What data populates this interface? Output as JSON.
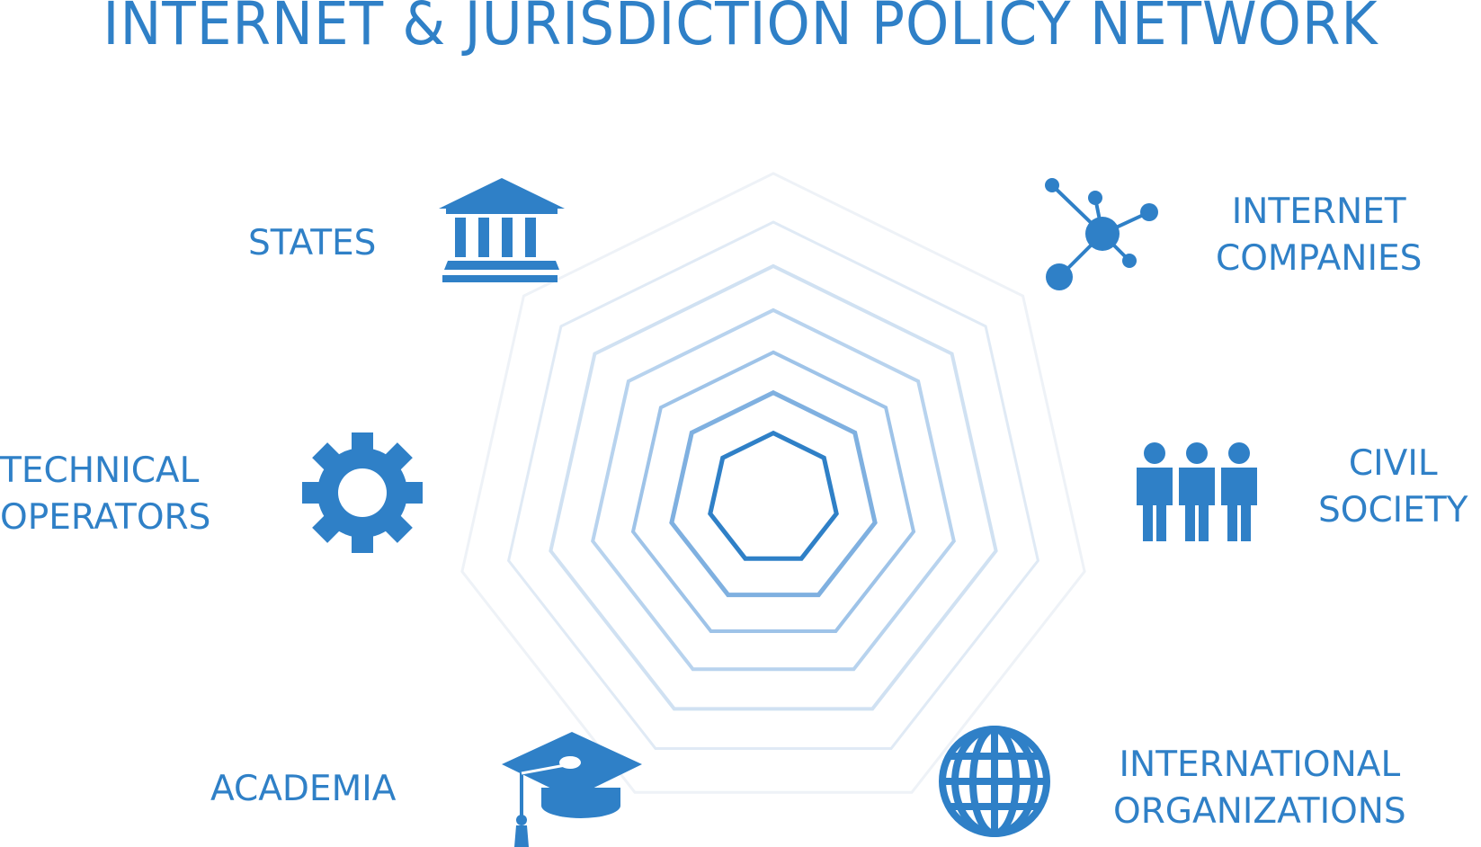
{
  "title": "INTERNET & JURISDICTION POLICY NETWORK",
  "colors": {
    "accent": "#2f80c7"
  },
  "stakeholders": {
    "states": {
      "lines": [
        "STATES"
      ],
      "icon": "government-building-icon"
    },
    "internet_companies": {
      "lines": [
        "INTERNET",
        "COMPANIES"
      ],
      "icon": "network-nodes-icon"
    },
    "technical_operators": {
      "lines": [
        "TECHNICAL",
        "OPERATORS"
      ],
      "icon": "gear-icon"
    },
    "civil_society": {
      "lines": [
        "CIVIL",
        "SOCIETY"
      ],
      "icon": "people-group-icon"
    },
    "academia": {
      "lines": [
        "ACADEMIA"
      ],
      "icon": "graduation-cap-icon"
    },
    "international_organizations": {
      "lines": [
        "INTERNATIONAL",
        "ORGANIZATIONS"
      ],
      "icon": "globe-icon"
    }
  }
}
